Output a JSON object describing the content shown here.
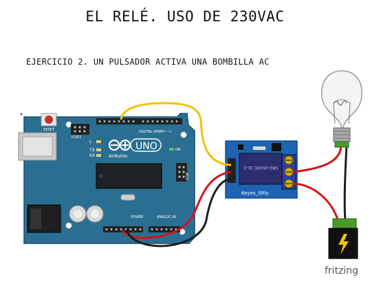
{
  "title": "EL RELÉ. USO DE 230VAC",
  "subtitle": "EJERCICIO 2. UN PULSADOR ACTIVA UNA BOMBILLA AC",
  "arduino": {
    "logo_uno": "UNO",
    "brand": "Arduino",
    "reset": "RESET",
    "icsp2": "ICSP2",
    "icsp": "ICSP",
    "digital": "DIGITAL (PWM= ~)",
    "power": "POWER",
    "analog": "ANALOG IN",
    "led_l": "L",
    "led_tx": "TX",
    "led_rx": "RX",
    "on": "ON"
  },
  "relay": {
    "model": "SRD-05VDC-SL-C",
    "brand": "Keyes_SRly"
  },
  "watermark": "fritzing",
  "colors": {
    "board": "#2a6f92",
    "relay_board": "#1f64b4",
    "wire_yellow": "#f2c200",
    "wire_red": "#d4141a",
    "wire_black": "#1c1c1c",
    "plug_green": "#4a9a2a"
  }
}
